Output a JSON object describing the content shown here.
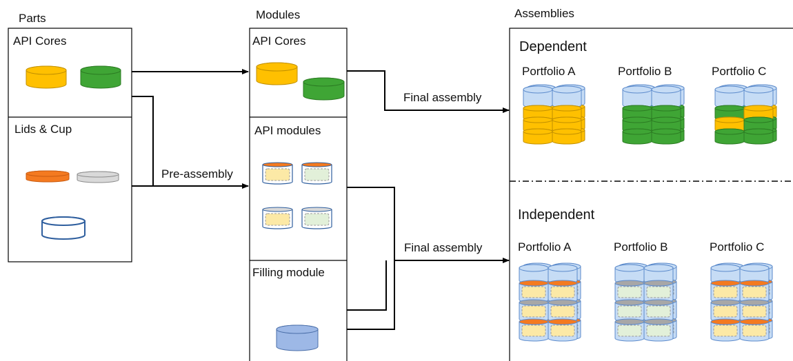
{
  "columns": {
    "parts": "Parts",
    "modules": "Modules",
    "assemblies": "Assemblies"
  },
  "parts": {
    "api_cores": "API Cores",
    "lids_cup": "Lids & Cup"
  },
  "modules": {
    "api_cores": "API Cores",
    "api_modules": "API modules",
    "filling_module": "Filling module"
  },
  "arrows": {
    "pre_assembly": "Pre-assembly",
    "final_assembly_top": "Final assembly",
    "final_assembly_bottom": "Final assembly"
  },
  "assemblies": {
    "dependent": {
      "title": "Dependent",
      "portfolios": [
        "Portfolio A",
        "Portfolio B",
        "Portfolio C"
      ]
    },
    "independent": {
      "title": "Independent",
      "portfolios": [
        "Portfolio A",
        "Portfolio B",
        "Portfolio C"
      ]
    }
  },
  "colors": {
    "yellow": "#FFC000",
    "green": "#3FA535",
    "orange": "#F47A20",
    "grey": "#D9D9D9",
    "cup_stroke": "#2E5E9E",
    "filling_blue": "#9DB8E6",
    "light_blue": "#C6DCF5"
  }
}
